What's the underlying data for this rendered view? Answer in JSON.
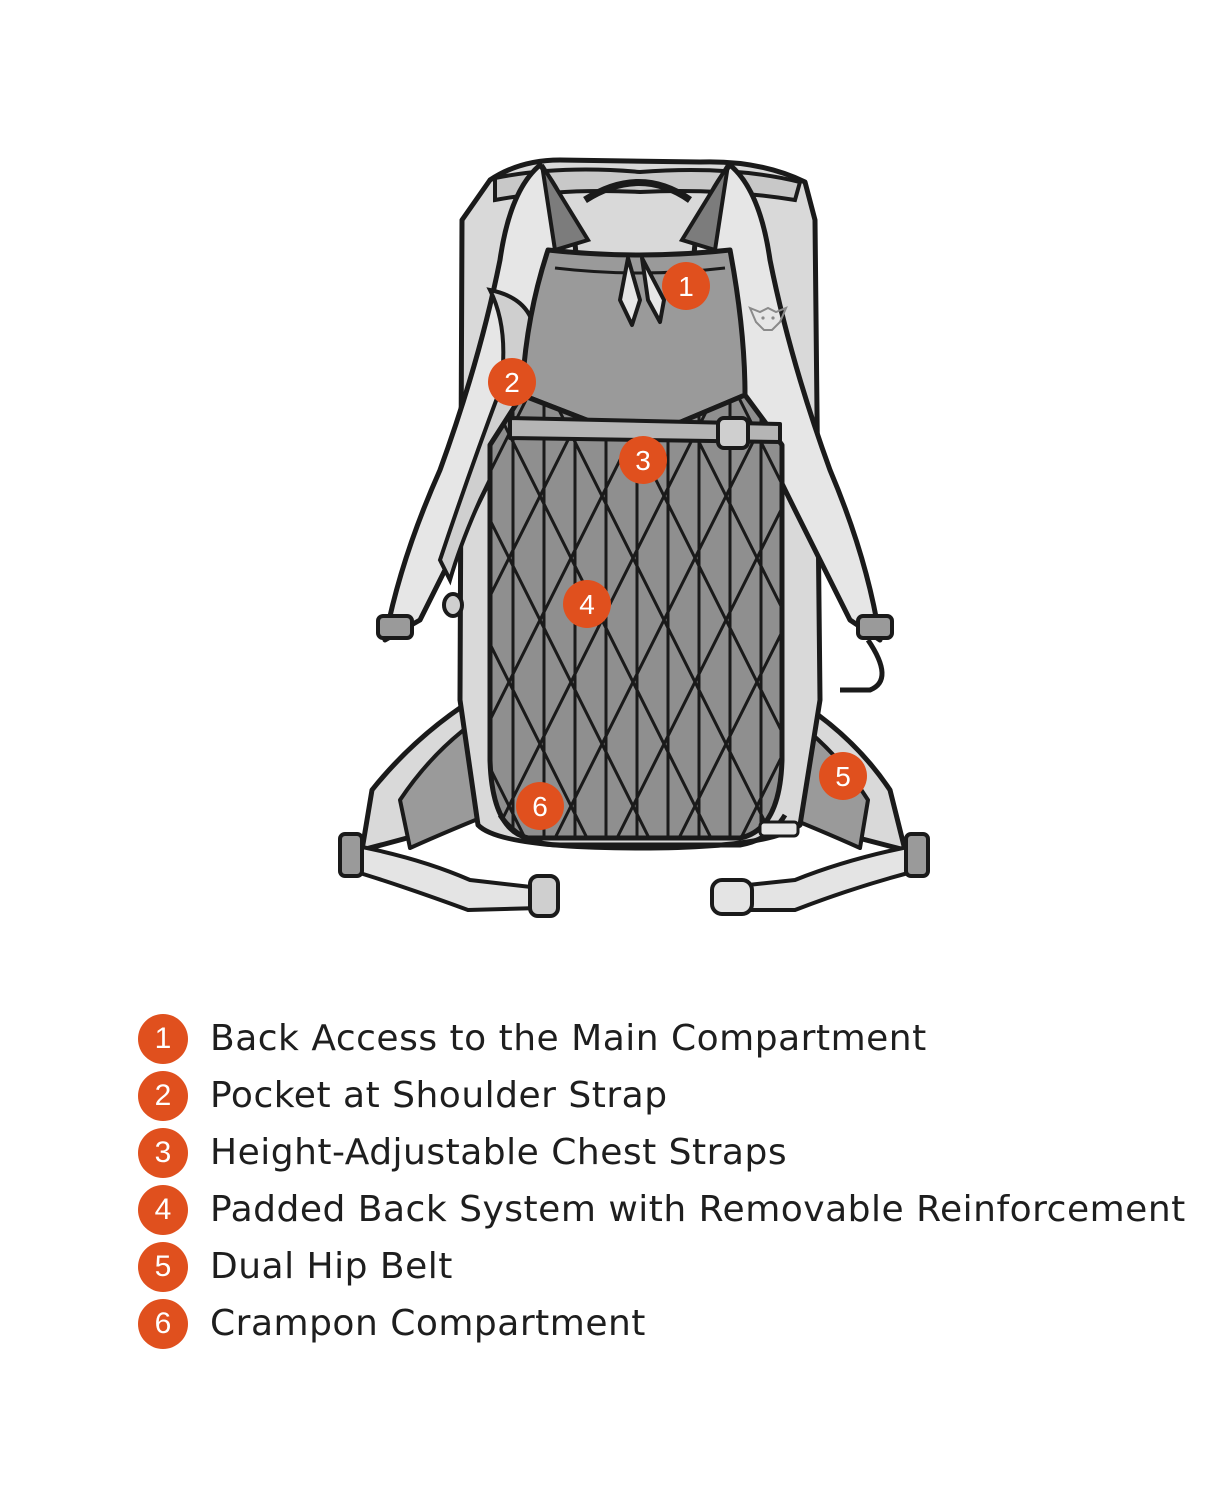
{
  "colors": {
    "accent": "#e0501e",
    "outline": "#1a1a1a",
    "light_gray": "#d9d9d9",
    "mid_gray": "#9a9a9a",
    "dark_gray": "#7c7c7c",
    "text": "#1e1e1e",
    "background": "#ffffff"
  },
  "markers": [
    {
      "number": "1",
      "feature": "Back Access to the Main Compartment"
    },
    {
      "number": "2",
      "feature": "Pocket at Shoulder Strap"
    },
    {
      "number": "3",
      "feature": "Height-Adjustable Chest Straps"
    },
    {
      "number": "4",
      "feature": "Padded Back System with Removable Reinforcement"
    },
    {
      "number": "5",
      "feature": "Dual Hip Belt"
    },
    {
      "number": "6",
      "feature": "Crampon Compartment"
    }
  ],
  "logo": {
    "name": "snow-leopard-logo-icon"
  }
}
